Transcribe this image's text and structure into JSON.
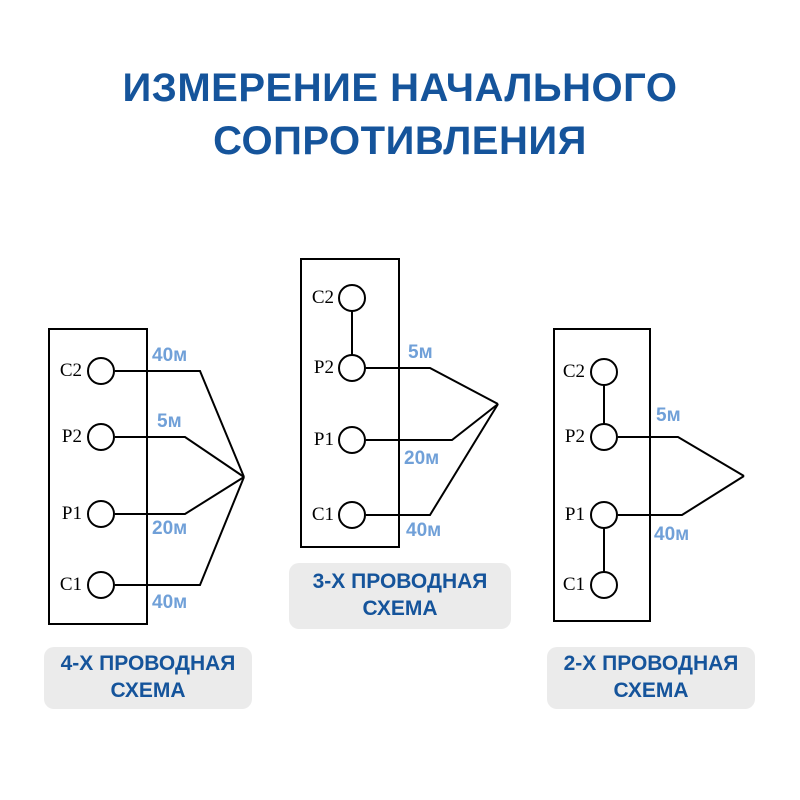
{
  "title": {
    "line1": "ИЗМЕРЕНИЕ НАЧАЛЬНОГО",
    "line2": "СОПРОТИВЛЕНИЯ"
  },
  "colors": {
    "title_blue": "#15549b",
    "wire_label_blue": "#70a0d8",
    "caption_bg": "#ebebeb",
    "line_black": "#000000"
  },
  "diagrams": [
    {
      "id": "4-wire",
      "caption_line1": "4-Х ПРОВОДНАЯ",
      "caption_line2": "СХЕМА",
      "terminals": [
        {
          "label": "C2",
          "wire": "40м"
        },
        {
          "label": "P2",
          "wire": "5м"
        },
        {
          "label": "P1",
          "wire": "20м"
        },
        {
          "label": "C1",
          "wire": "40м"
        }
      ]
    },
    {
      "id": "3-wire",
      "caption_line1": "3-Х ПРОВОДНАЯ",
      "caption_line2": "СХЕМА",
      "terminals": [
        {
          "label": "C2",
          "wire": null
        },
        {
          "label": "P2",
          "wire": "5м"
        },
        {
          "label": "P1",
          "wire": "20м"
        },
        {
          "label": "C1",
          "wire": "40м"
        }
      ]
    },
    {
      "id": "2-wire",
      "caption_line1": "2-Х ПРОВОДНАЯ",
      "caption_line2": "СХЕМА",
      "terminals": [
        {
          "label": "C2",
          "wire": null
        },
        {
          "label": "P2",
          "wire": "5м"
        },
        {
          "label": "P1",
          "wire": "40м"
        },
        {
          "label": "C1",
          "wire": null
        }
      ]
    }
  ]
}
